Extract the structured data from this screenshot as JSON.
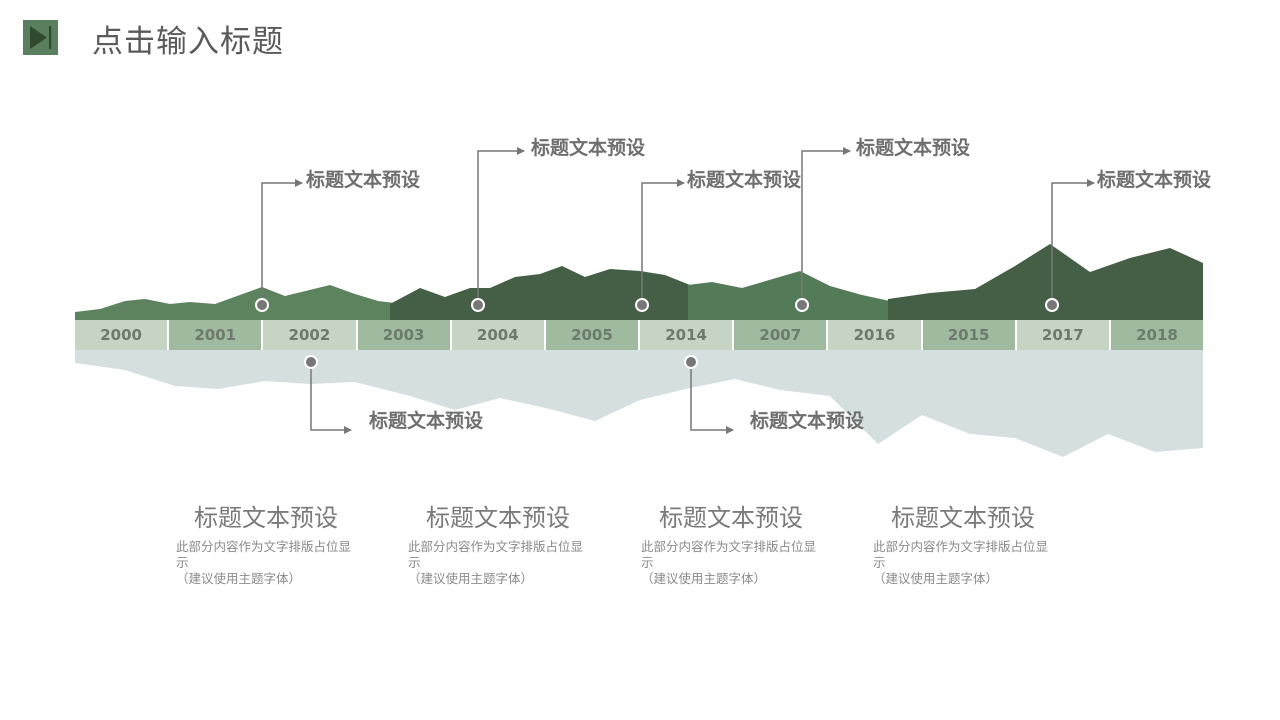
{
  "header": {
    "title": "点击输入标题",
    "logo_icon": "play-next-icon"
  },
  "colors": {
    "accent_dark": "#455f46",
    "accent_mid": "#547b57",
    "accent_light": "#5c835e",
    "reflection": "#d5dfe0",
    "strip_light": "#c5d4c3",
    "strip_dark": "#9fba9f"
  },
  "timeline": {
    "years": [
      "2000",
      "2001",
      "2002",
      "2003",
      "2004",
      "2005",
      "2014",
      "2007",
      "2016",
      "2015",
      "2017",
      "2018"
    ],
    "callouts_top": [
      "标题文本预设",
      "标题文本预设",
      "标题文本预设",
      "标题文本预设",
      "标题文本预设"
    ],
    "callouts_bottom": [
      "标题文本预设",
      "标题文本预设"
    ]
  },
  "columns": [
    {
      "title": "标题文本预设",
      "desc1": "此部分内容作为文字排版占位显示",
      "desc2": "（建议使用主题字体）"
    },
    {
      "title": "标题文本预设",
      "desc1": "此部分内容作为文字排版占位显示",
      "desc2": "（建议使用主题字体）"
    },
    {
      "title": "标题文本预设",
      "desc1": "此部分内容作为文字排版占位显示",
      "desc2": "（建议使用主题字体）"
    },
    {
      "title": "标题文本预设",
      "desc1": "此部分内容作为文字排版占位显示",
      "desc2": "（建议使用主题字体）"
    }
  ]
}
